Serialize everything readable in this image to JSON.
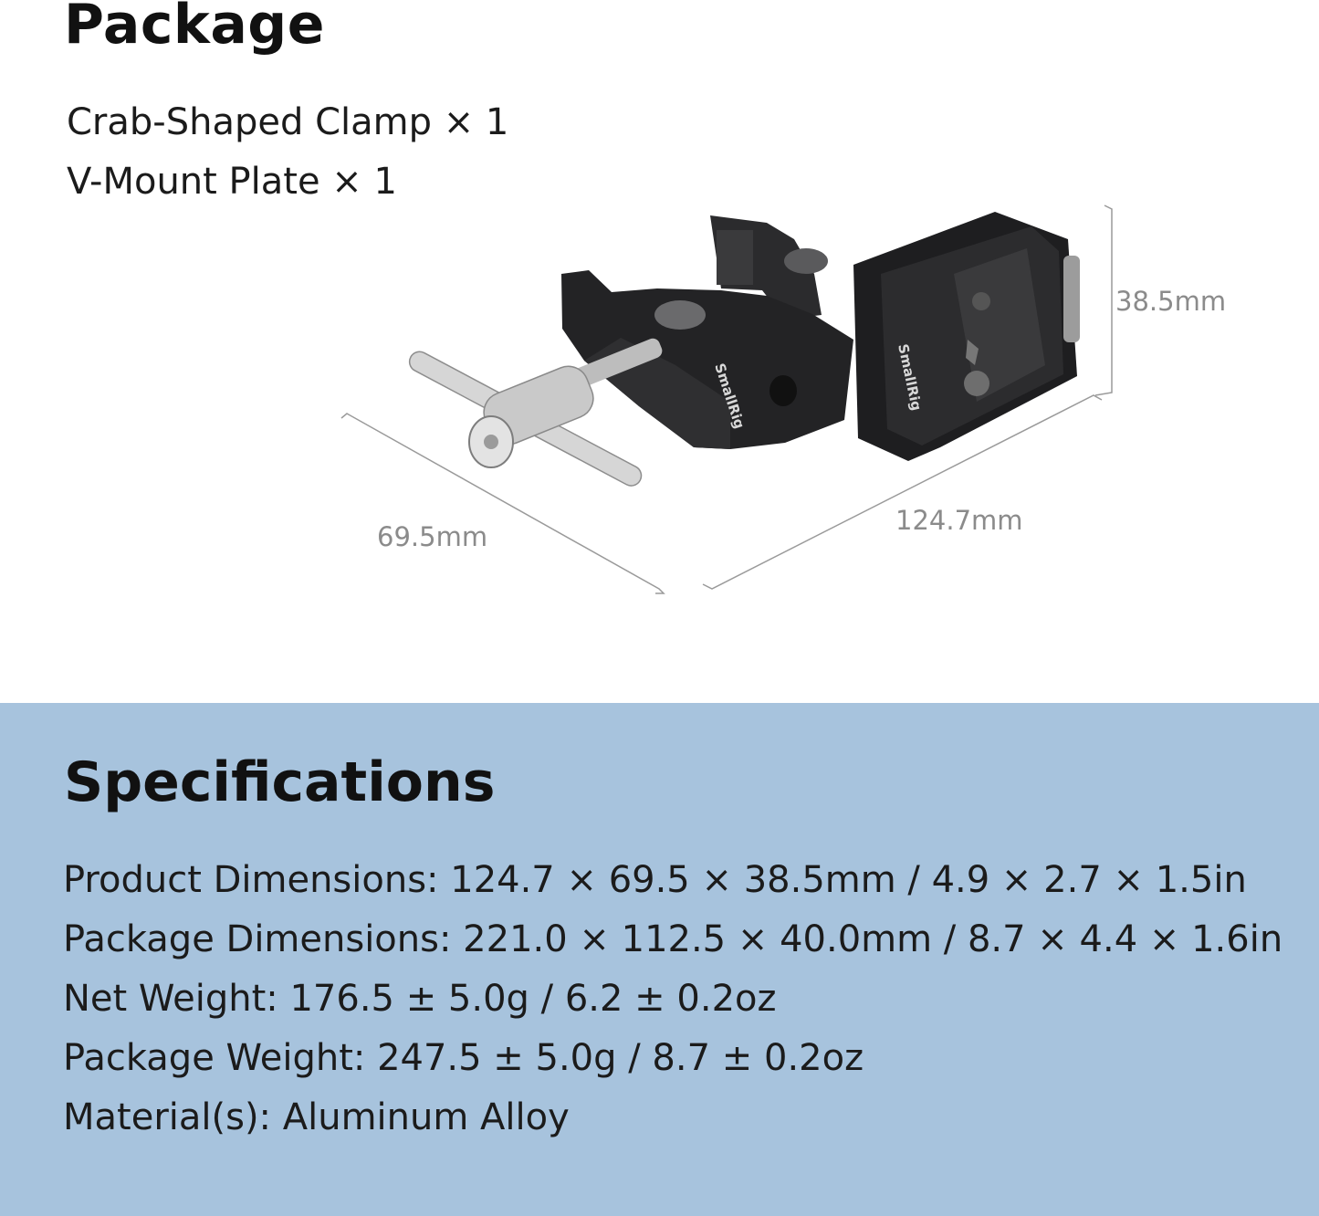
{
  "package": {
    "title": "Package",
    "items": [
      "Crab-Shaped Clamp × 1",
      "V-Mount Plate × 1"
    ]
  },
  "figure": {
    "dims": {
      "height": "38.5mm",
      "length": "124.7mm",
      "width": "69.5mm"
    },
    "brand": "SmallRig"
  },
  "specifications": {
    "title": "Specifications",
    "items": [
      "Product Dimensions: 124.7 × 69.5 × 38.5mm / 4.9 × 2.7 × 1.5in",
      "Package Dimensions: 221.0 × 112.5 × 40.0mm / 8.7 × 4.4 × 1.6in",
      "Net Weight: 176.5 ± 5.0g / 6.2 ± 0.2oz",
      "Package Weight: 247.5 ± 5.0g / 8.7 ± 0.2oz",
      "Material(s): Aluminum Alloy"
    ]
  },
  "colors": {
    "spec_bg": "#a7c3dd",
    "dim_text": "#8b8b8b"
  }
}
